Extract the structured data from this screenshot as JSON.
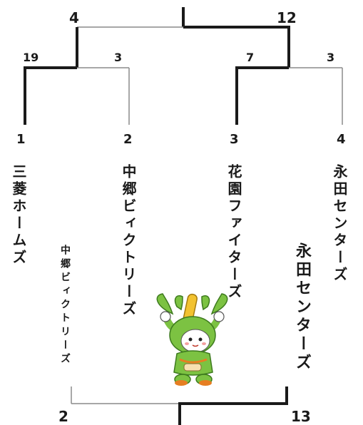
{
  "top_bracket": {
    "final_scores": {
      "left": "4",
      "right": "12"
    },
    "semi_scores": {
      "left_a": "19",
      "left_b": "3",
      "right_a": "7",
      "right_b": "3"
    },
    "seeds": [
      "1",
      "2",
      "3",
      "4"
    ],
    "teams": [
      "三菱ホームズ",
      "中郷ビィクトリーズ",
      "花園ファイターズ",
      "永田センターズ"
    ]
  },
  "final_match": {
    "left_team": "中郷ビィクトリーズ",
    "right_team": "永田センターズ",
    "left_score": "2",
    "right_score": "13"
  },
  "colors": {
    "winner_line": "#1a1a1a",
    "loser_line": "#8a8a8a",
    "mascot_green": "#7cc242",
    "bat": "#f2c230"
  },
  "icons": {
    "mascot": "mascot-batter-icon"
  }
}
